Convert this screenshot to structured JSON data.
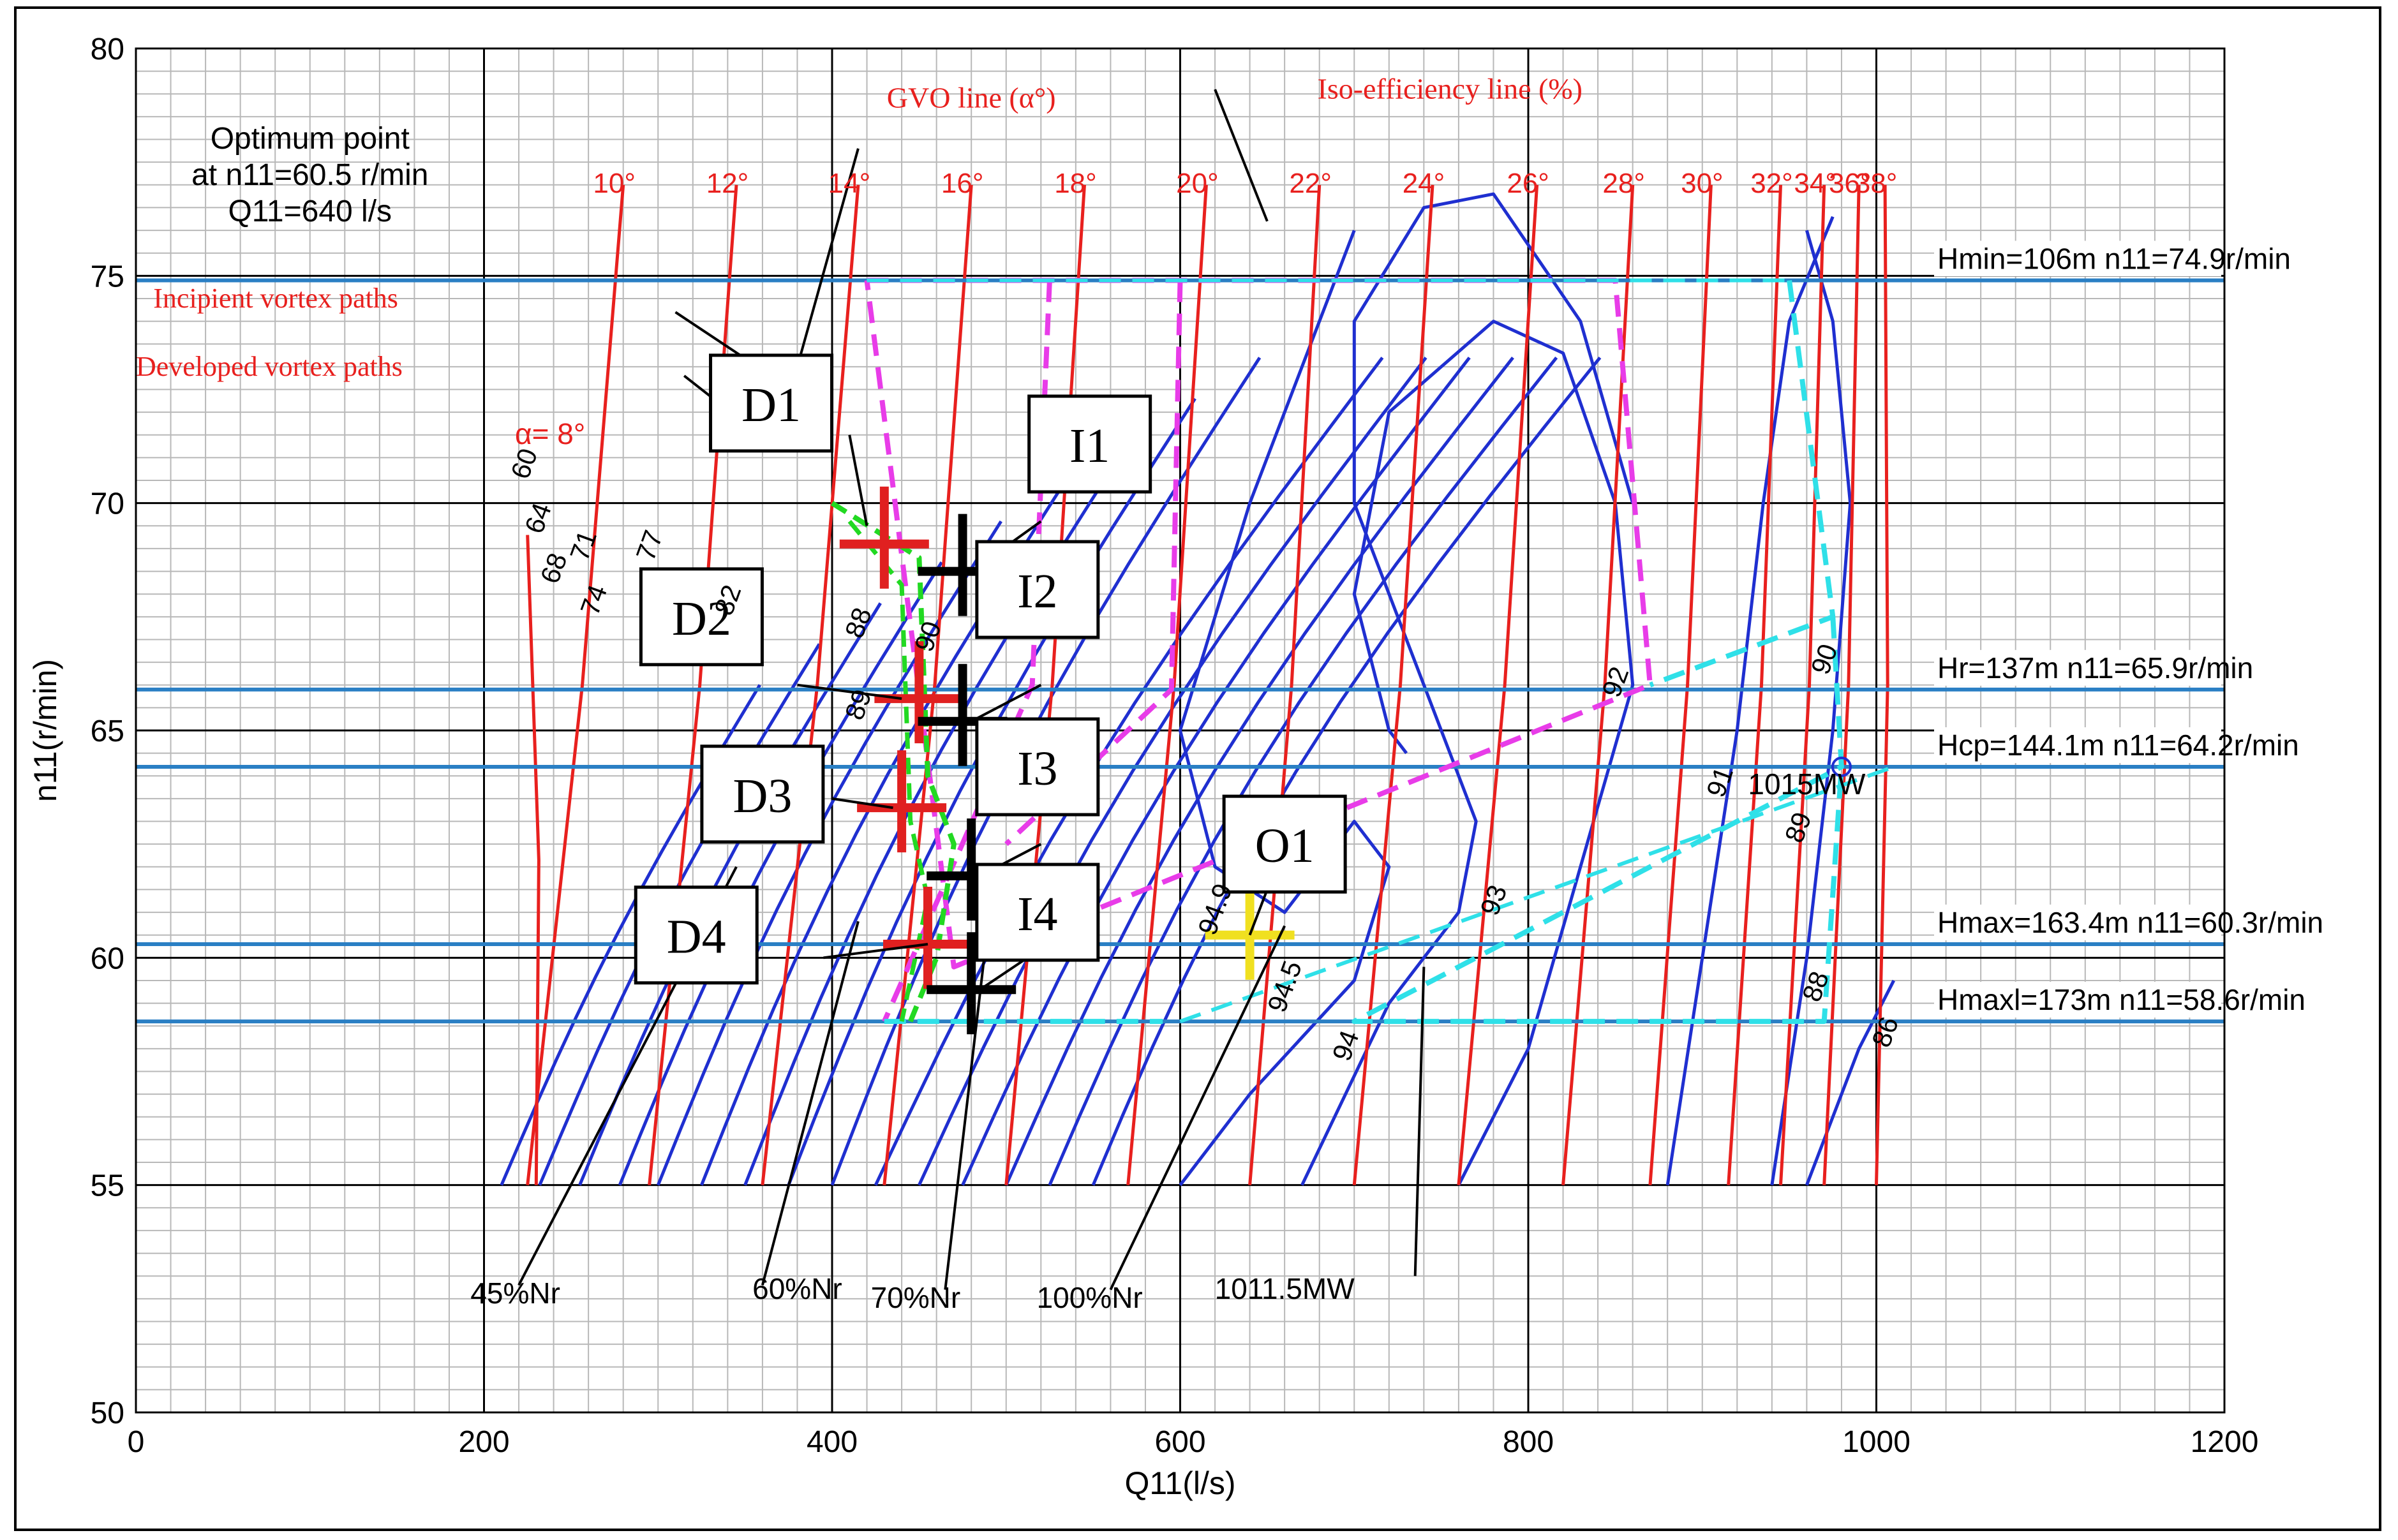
{
  "chart_data": {
    "type": "line",
    "xlabel": "Q11(l/s)",
    "ylabel": "n11(r/min)",
    "xlim": [
      0,
      1200
    ],
    "ylim": [
      50,
      80
    ],
    "x_ticks": [
      "0",
      "200",
      "400",
      "600",
      "800",
      "1000",
      "1200"
    ],
    "y_ticks": [
      "50",
      "55",
      "60",
      "65",
      "70",
      "75",
      "80"
    ],
    "grid": "on",
    "annotation": {
      "optimum_title": "Optimum point",
      "optimum_n11": "at n11=60.5  r/min",
      "optimum_q11": "Q11=640 l/s",
      "gvo_title": "GVO line (α°)",
      "iso_title": "Iso-efficiency line (%)",
      "incipient_label": "Incipient vortex paths",
      "developed_label": "Developed vortex paths",
      "alpha_label": "α= 8°"
    },
    "head_lines": [
      {
        "label": "Hmin=106m n11=74.9r/min",
        "n11": 74.9
      },
      {
        "label": "Hr=137m n11=65.9r/min",
        "n11": 65.9
      },
      {
        "label": "Hcp=144.1m n11=64.2r/min",
        "n11": 64.2
      },
      {
        "label": "Hmax=163.4m n11=60.3r/min",
        "n11": 60.3
      },
      {
        "label": "Hmaxl=173m n11=58.6r/min",
        "n11": 58.6
      }
    ],
    "gvo_lines": [
      {
        "label": "10°",
        "top": [
          280,
          77
        ],
        "bottom": [
          225,
          55
        ]
      },
      {
        "label": "12°",
        "top": [
          345,
          77
        ],
        "bottom": [
          295,
          55
        ]
      },
      {
        "label": "14°",
        "top": [
          415,
          77
        ],
        "bottom": [
          360,
          55
        ]
      },
      {
        "label": "16°",
        "top": [
          480,
          77
        ],
        "bottom": [
          430,
          55
        ]
      },
      {
        "label": "18°",
        "top": [
          545,
          77
        ],
        "bottom": [
          500,
          55
        ]
      },
      {
        "label": "20°",
        "top": [
          615,
          77
        ],
        "bottom": [
          570,
          55
        ]
      },
      {
        "label": "22°",
        "top": [
          680,
          77
        ],
        "bottom": [
          640,
          55
        ]
      },
      {
        "label": "24°",
        "top": [
          745,
          77
        ],
        "bottom": [
          700,
          55
        ]
      },
      {
        "label": "26°",
        "top": [
          805,
          77
        ],
        "bottom": [
          760,
          55
        ]
      },
      {
        "label": "28°",
        "top": [
          860,
          77
        ],
        "bottom": [
          820,
          55
        ]
      },
      {
        "label": "30°",
        "top": [
          905,
          77
        ],
        "bottom": [
          870,
          55
        ]
      },
      {
        "label": "32°",
        "top": [
          945,
          77
        ],
        "bottom": [
          915,
          55
        ]
      },
      {
        "label": "34°",
        "top": [
          970,
          77
        ],
        "bottom": [
          945,
          55
        ]
      },
      {
        "label": "36°",
        "top": [
          990,
          77
        ],
        "bottom": [
          970,
          55
        ]
      },
      {
        "label": "38°",
        "top": [
          1005,
          77
        ],
        "bottom": [
          1000,
          55
        ]
      },
      {
        "label": "8°",
        "top": [
          225,
          69.3
        ],
        "bottom": [
          230,
          55
        ],
        "hide_label": true
      }
    ],
    "iso_labels": [
      {
        "text": "60",
        "x": 228,
        "y": 70.8
      },
      {
        "text": "64",
        "x": 236,
        "y": 69.6
      },
      {
        "text": "68",
        "x": 245,
        "y": 68.5
      },
      {
        "text": "71",
        "x": 262,
        "y": 69.0
      },
      {
        "text": "74",
        "x": 268,
        "y": 67.8
      },
      {
        "text": "77",
        "x": 300,
        "y": 69.0
      },
      {
        "text": "82",
        "x": 345,
        "y": 67.8
      },
      {
        "text": "88",
        "x": 420,
        "y": 67.3
      },
      {
        "text": "89",
        "x": 420,
        "y": 65.5
      },
      {
        "text": "90",
        "x": 460,
        "y": 67.0
      },
      {
        "text": "92",
        "x": 855,
        "y": 66.0
      },
      {
        "text": "90",
        "x": 975,
        "y": 66.5
      },
      {
        "text": "91",
        "x": 915,
        "y": 63.8
      },
      {
        "text": "89",
        "x": 960,
        "y": 62.8
      },
      {
        "text": "88",
        "x": 970,
        "y": 59.3
      },
      {
        "text": "86",
        "x": 1010,
        "y": 58.3
      },
      {
        "text": "93",
        "x": 785,
        "y": 61.2
      },
      {
        "text": "94",
        "x": 700,
        "y": 58.0
      },
      {
        "text": "94.5",
        "x": 665,
        "y": 59.3
      },
      {
        "text": "94.9",
        "x": 625,
        "y": 61.0
      }
    ],
    "boxes": [
      {
        "label": "D1",
        "x": 365,
        "y": 72.2
      },
      {
        "label": "I1",
        "x": 548,
        "y": 71.3
      },
      {
        "label": "D2",
        "x": 325,
        "y": 67.5
      },
      {
        "label": "I2",
        "x": 518,
        "y": 68.1
      },
      {
        "label": "D3",
        "x": 360,
        "y": 63.6
      },
      {
        "label": "I3",
        "x": 518,
        "y": 64.2
      },
      {
        "label": "D4",
        "x": 322,
        "y": 60.5
      },
      {
        "label": "I4",
        "x": 518,
        "y": 61.0
      },
      {
        "label": "O1",
        "x": 660,
        "y": 62.5
      }
    ],
    "bottom_labels": [
      {
        "text": "45%Nr",
        "x": 218,
        "y": 52.4
      },
      {
        "text": "60%Nr",
        "x": 380,
        "y": 52.5
      },
      {
        "text": "70%Nr",
        "x": 448,
        "y": 52.3
      },
      {
        "text": "100%Nr",
        "x": 548,
        "y": 52.3
      },
      {
        "text": "1011.5MW",
        "x": 660,
        "y": 52.5
      },
      {
        "text": "1015MW",
        "x": 960,
        "y": 63.6
      }
    ],
    "colors": {
      "gvo": "#e8201e",
      "iso": "#1f2fd0",
      "head": "#2a7fc4",
      "magenta": "#e83ce8",
      "cyan": "#2fe0e8",
      "green": "#22d922",
      "annotation_red": "#e8201e",
      "optimum": "#f0e020",
      "grid_minor": "#b8b8b8",
      "grid_major": "#000000"
    }
  }
}
